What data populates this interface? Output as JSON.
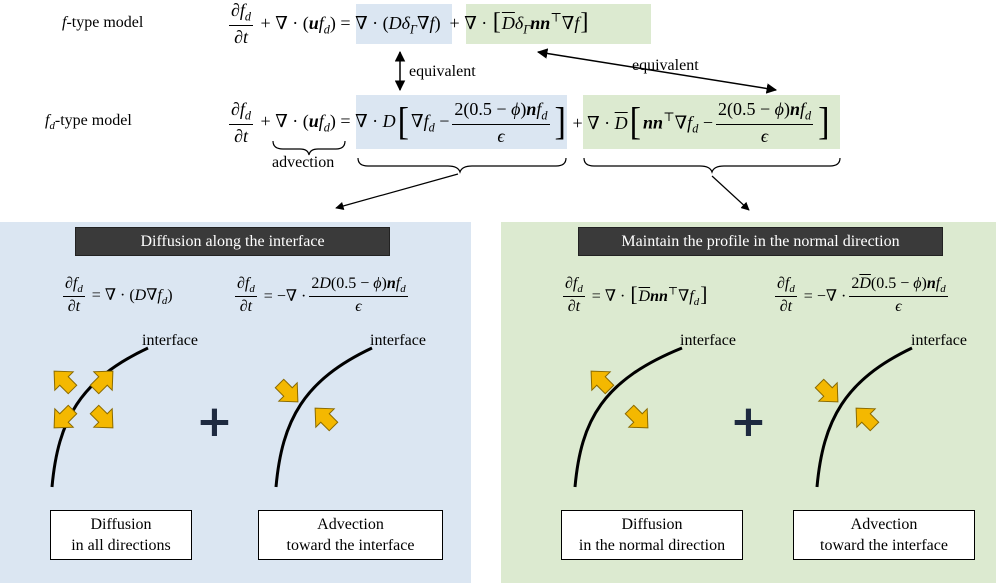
{
  "top": {
    "f_model_label_pre": "f",
    "f_model_label_post": "-type model",
    "fd_model_label_pre": "f",
    "fd_model_label_sub": "d",
    "fd_model_label_post": "-type model",
    "equivalent_1": "equivalent",
    "equivalent_2": "equivalent",
    "advection": "advection"
  },
  "left_panel": {
    "banner": "Diffusion along the interface",
    "interface_1": "interface",
    "interface_2": "interface",
    "box_1_line1": "Diffusion",
    "box_1_line2": "in all directions",
    "box_2_line1": "Advection",
    "box_2_line2": "toward the interface",
    "plus": "+"
  },
  "right_panel": {
    "banner": "Maintain the profile in the normal direction",
    "interface_1": "interface",
    "interface_2": "interface",
    "box_1_line1": "Diffusion",
    "box_1_line2": "in the normal direction",
    "box_2_line1": "Advection",
    "box_2_line2": "toward the interface",
    "plus": "+"
  },
  "colors": {
    "blue_panel": "#dbe6f2",
    "green_panel": "#dcead0",
    "arrow_fill": "#f4b800",
    "banner_bg": "#3a3a3a",
    "plus_color": "#1e2a40"
  }
}
